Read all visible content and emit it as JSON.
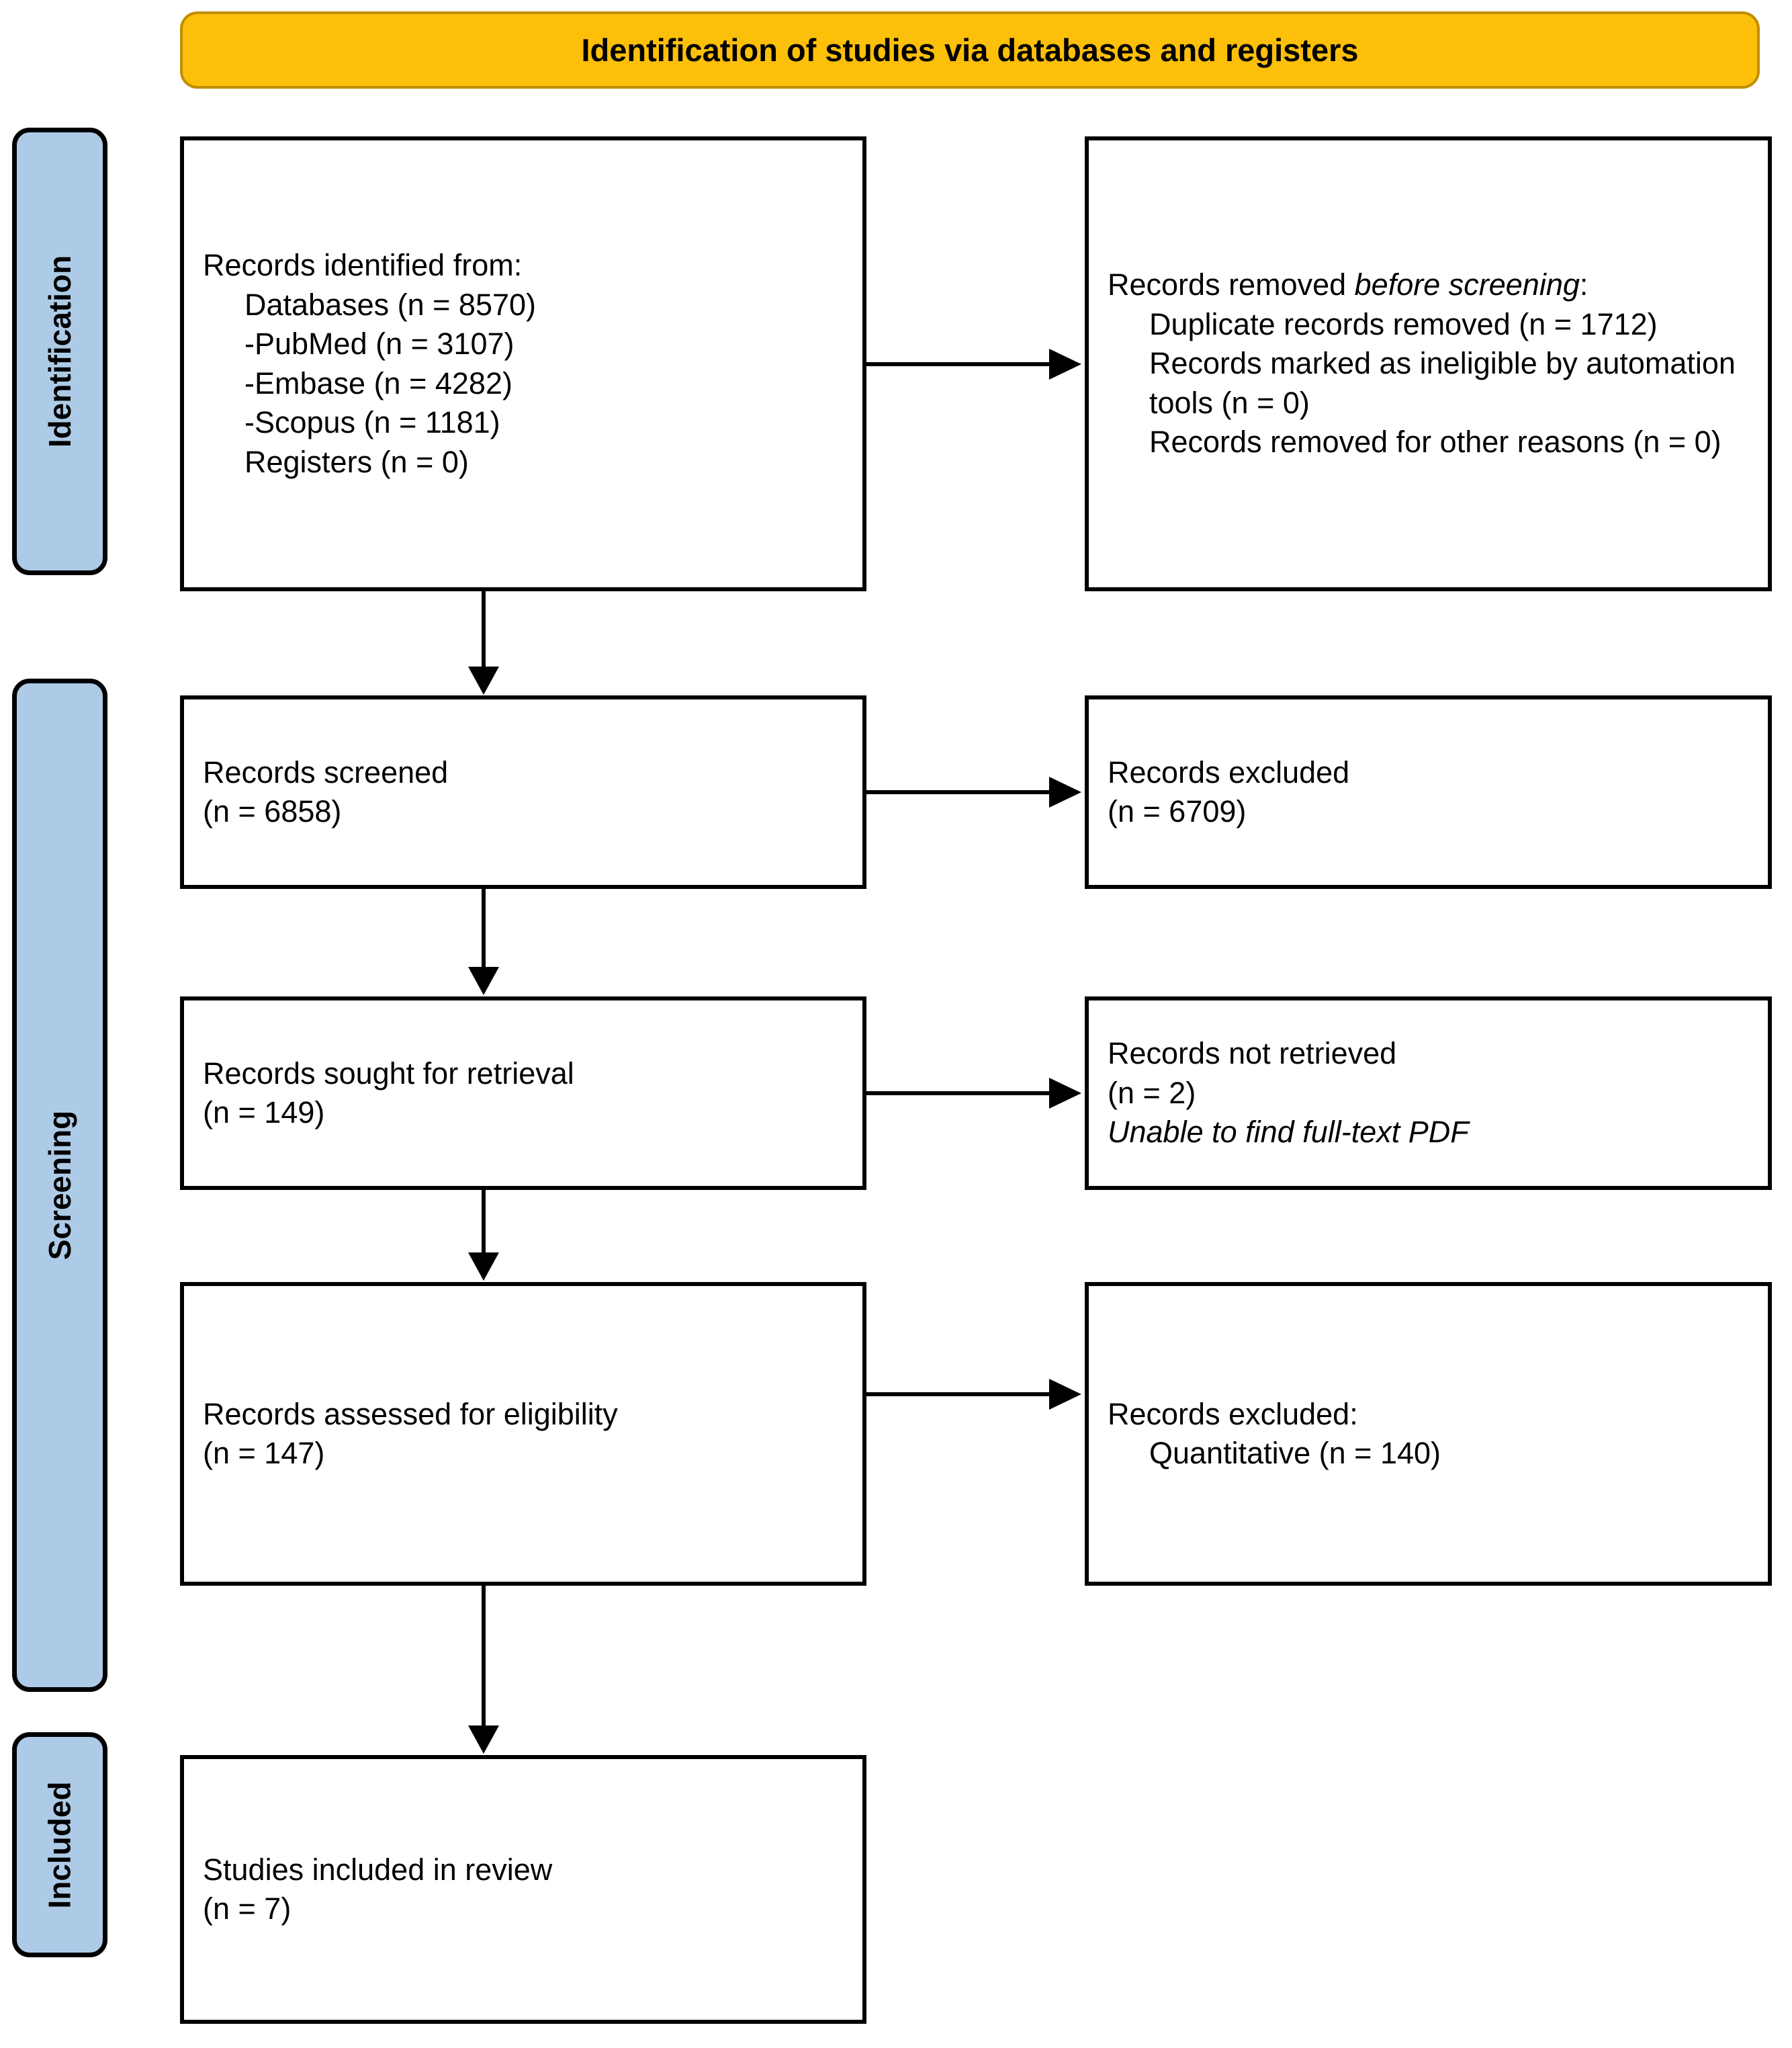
{
  "banner": {
    "title": "Identification of studies via databases and registers"
  },
  "stages": [
    {
      "id": "identification",
      "label": "Identification"
    },
    {
      "id": "screening",
      "label": "Screening"
    },
    {
      "id": "included",
      "label": "Included"
    }
  ],
  "boxes": {
    "identified": {
      "lines": [
        {
          "text": "Records identified from:",
          "indent": false,
          "italic": false
        },
        {
          "text": "Databases (n = 8570)",
          "indent": true,
          "italic": false
        },
        {
          "text": "-PubMed (n = 3107)",
          "indent": true,
          "italic": false
        },
        {
          "text": "-Embase (n = 4282)",
          "indent": true,
          "italic": false
        },
        {
          "text": "-Scopus (n = 1181)",
          "indent": true,
          "italic": false
        },
        {
          "text": "Registers (n = 0)",
          "indent": true,
          "italic": false
        }
      ]
    },
    "removed": {
      "head_plain": "Records removed ",
      "head_italic": "before screening",
      "head_colon": ":",
      "lines": [
        {
          "text": "Duplicate records removed (n = 1712)",
          "indent": true,
          "italic": false
        },
        {
          "text": "Records marked as ineligible by automation tools (n = 0)",
          "indent": true,
          "italic": false
        },
        {
          "text": "Records removed for other reasons (n = 0)",
          "indent": true,
          "italic": false
        }
      ]
    },
    "screened": {
      "lines": [
        {
          "text": "Records screened",
          "indent": false,
          "italic": false
        },
        {
          "text": "(n = 6858)",
          "indent": false,
          "italic": false
        }
      ]
    },
    "excluded_1": {
      "lines": [
        {
          "text": "Records excluded",
          "indent": false,
          "italic": false
        },
        {
          "text": "(n = 6709)",
          "indent": false,
          "italic": false
        }
      ]
    },
    "sought": {
      "lines": [
        {
          "text": "Records sought for retrieval",
          "indent": false,
          "italic": false
        },
        {
          "text": "(n = 149)",
          "indent": false,
          "italic": false
        }
      ]
    },
    "not_retrieved": {
      "lines": [
        {
          "text": "Records not retrieved",
          "indent": false,
          "italic": false
        },
        {
          "text": "(n = 2)",
          "indent": false,
          "italic": false
        },
        {
          "text": "Unable to find full-text PDF",
          "indent": false,
          "italic": true
        }
      ]
    },
    "assessed": {
      "lines": [
        {
          "text": "Records assessed for eligibility",
          "indent": false,
          "italic": false
        },
        {
          "text": "(n = 147)",
          "indent": false,
          "italic": false
        }
      ]
    },
    "excluded_2": {
      "lines": [
        {
          "text": "Records excluded:",
          "indent": false,
          "italic": false
        },
        {
          "text": "Quantitative (n = 140)",
          "indent": true,
          "italic": false
        }
      ]
    },
    "included": {
      "lines": [
        {
          "text": "Studies included in review",
          "indent": false,
          "italic": false
        },
        {
          "text": "(n = 7)",
          "indent": false,
          "italic": false
        }
      ]
    }
  },
  "colors": {
    "banner_fill": "#FCBF0A",
    "banner_border": "#C08E04",
    "stage_fill": "#ADCBE7",
    "stroke": "#000000",
    "box_fill": "#FFFFFF"
  },
  "chart_data": {
    "type": "diagram",
    "diagram_type": "PRISMA 2020 flow diagram",
    "title": "Identification of studies via databases and registers",
    "stages": [
      "Identification",
      "Screening",
      "Included"
    ],
    "nodes": [
      {
        "id": "identified",
        "stage": "Identification",
        "column": "left",
        "label": "Records identified from",
        "databases_total": 8570,
        "pubmed": 3107,
        "embase": 4282,
        "scopus": 1181,
        "registers": 0
      },
      {
        "id": "removed",
        "stage": "Identification",
        "column": "right",
        "label": "Records removed before screening",
        "duplicates_removed": 1712,
        "ineligible_automation": 0,
        "removed_other": 0
      },
      {
        "id": "screened",
        "stage": "Screening",
        "column": "left",
        "label": "Records screened",
        "n": 6858
      },
      {
        "id": "excluded_1",
        "stage": "Screening",
        "column": "right",
        "label": "Records excluded",
        "n": 6709
      },
      {
        "id": "sought",
        "stage": "Screening",
        "column": "left",
        "label": "Records sought for retrieval",
        "n": 149
      },
      {
        "id": "not_retrieved",
        "stage": "Screening",
        "column": "right",
        "label": "Records not retrieved",
        "n": 2,
        "reason": "Unable to find full-text PDF"
      },
      {
        "id": "assessed",
        "stage": "Screening",
        "column": "left",
        "label": "Records assessed for eligibility",
        "n": 147
      },
      {
        "id": "excluded_2",
        "stage": "Screening",
        "column": "right",
        "label": "Records excluded",
        "quantitative": 140
      },
      {
        "id": "included",
        "stage": "Included",
        "column": "left",
        "label": "Studies included in review",
        "n": 7
      }
    ],
    "edges": [
      {
        "from": "identified",
        "to": "removed",
        "direction": "right"
      },
      {
        "from": "identified",
        "to": "screened",
        "direction": "down"
      },
      {
        "from": "screened",
        "to": "excluded_1",
        "direction": "right"
      },
      {
        "from": "screened",
        "to": "sought",
        "direction": "down"
      },
      {
        "from": "sought",
        "to": "not_retrieved",
        "direction": "right"
      },
      {
        "from": "sought",
        "to": "assessed",
        "direction": "down"
      },
      {
        "from": "assessed",
        "to": "excluded_2",
        "direction": "right"
      },
      {
        "from": "assessed",
        "to": "included",
        "direction": "down"
      }
    ]
  }
}
